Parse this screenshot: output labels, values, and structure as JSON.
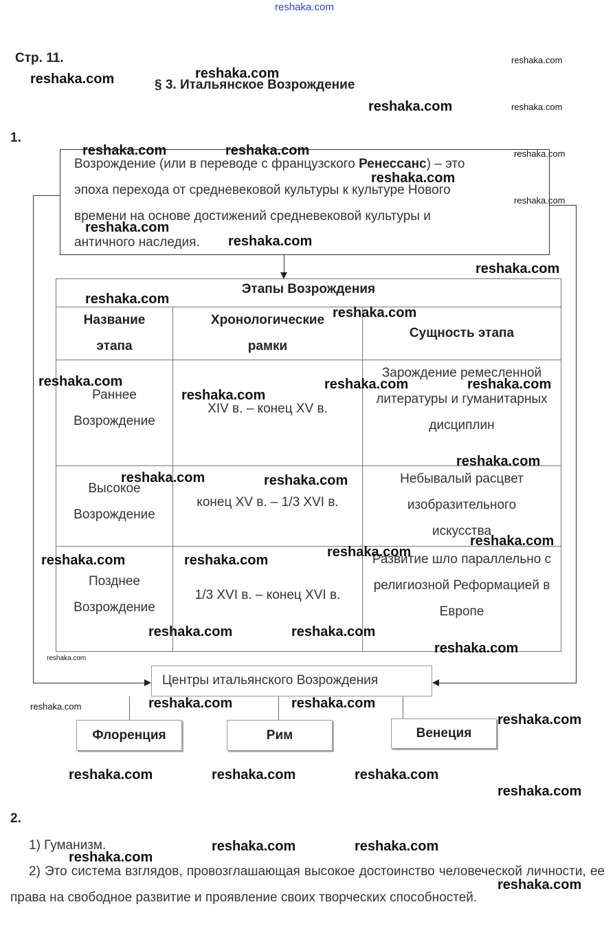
{
  "watermark": "reshaka.com",
  "page_label": "Стр. 11.",
  "section_title": "§ 3. Итальянское Возрождение",
  "task1": {
    "number": "1.",
    "definition_lines": [
      "Возрождение (или в переводе с французского ",
      "Ренессанс",
      ") – это",
      "эпоха перехода от средневековой культуры к культуре Нового",
      "времени на основе достижений средневековой культуры и",
      "античного наследия."
    ],
    "table": {
      "title": "Этапы Возрождения",
      "headers": [
        "Название этапа",
        "Хронологические рамки",
        "Сущность этапа"
      ],
      "rows": [
        {
          "name": "Раннее Возрождение",
          "period": "XIV в. – конец XV в.",
          "essence": "Зарождение ремесленной литературы и гуманитарных дисциплин"
        },
        {
          "name": "Высокое Возрождение",
          "period": "конец XV в. – 1/3 XVI в.",
          "essence": "Небывалый расцвет изобразительного искусства"
        },
        {
          "name": "Позднее Возрождение",
          "period": "1/3 XVI в. – конец XVI в.",
          "essence": "Развитие шло параллельно с религиозной Реформацией в Европе"
        }
      ]
    },
    "centers_title": "Центры итальянского Возрождения",
    "centers": [
      "Флоренция",
      "Рим",
      "Венеция"
    ]
  },
  "task2": {
    "number": "2.",
    "answer1": "1) Гуманизм.",
    "answer2": "2) Это система взглядов, провозглашающая высокое достоинство человеческой личности, ее права на свободное развитие и проявление своих творческих способностей."
  }
}
